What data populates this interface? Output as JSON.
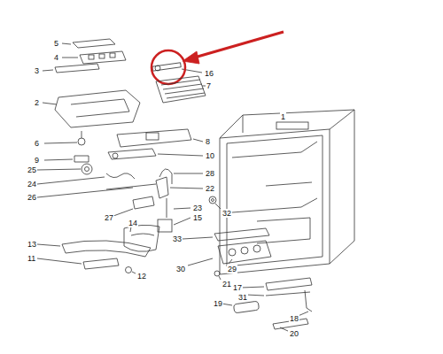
{
  "diagram": {
    "labels": [
      "5",
      "4",
      "3",
      "16",
      "7",
      "2",
      "1",
      "6",
      "9",
      "8",
      "10",
      "28",
      "25",
      "24",
      "22",
      "26",
      "27",
      "23",
      "15",
      "32",
      "14",
      "13",
      "11",
      "12",
      "33",
      "30",
      "21",
      "29",
      "17",
      "31",
      "19",
      "18",
      "20"
    ]
  }
}
